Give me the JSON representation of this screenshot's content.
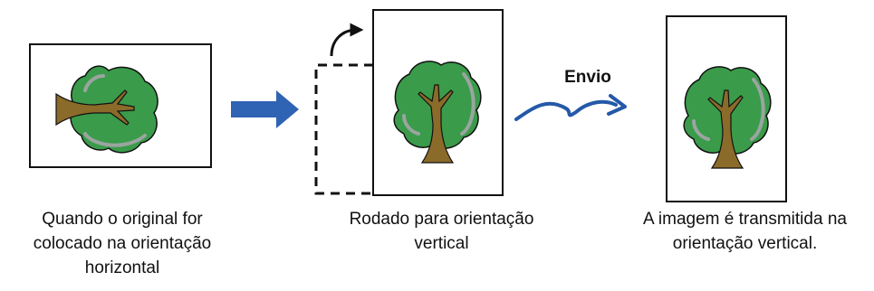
{
  "send_label": "Envio",
  "captions": {
    "original": [
      "Quando o original for",
      "colocado na orientação",
      "horizontal"
    ],
    "rotated": [
      "Rodado para orientação",
      "vertical"
    ],
    "transmitted": [
      "A imagem é transmitida na",
      "orientação vertical."
    ]
  },
  "colors": {
    "arrow_blue": "#2f63b4",
    "curve_blue": "#2459a8",
    "leaf_green": "#3a9b4a",
    "leaf_highlight": "#9aa5a0",
    "trunk_brown": "#8b6b2a",
    "outline": "#111111"
  },
  "icons": [
    "tree-icon",
    "right-arrow-icon",
    "rotate-arrow-icon",
    "send-wave-arrow-icon"
  ]
}
